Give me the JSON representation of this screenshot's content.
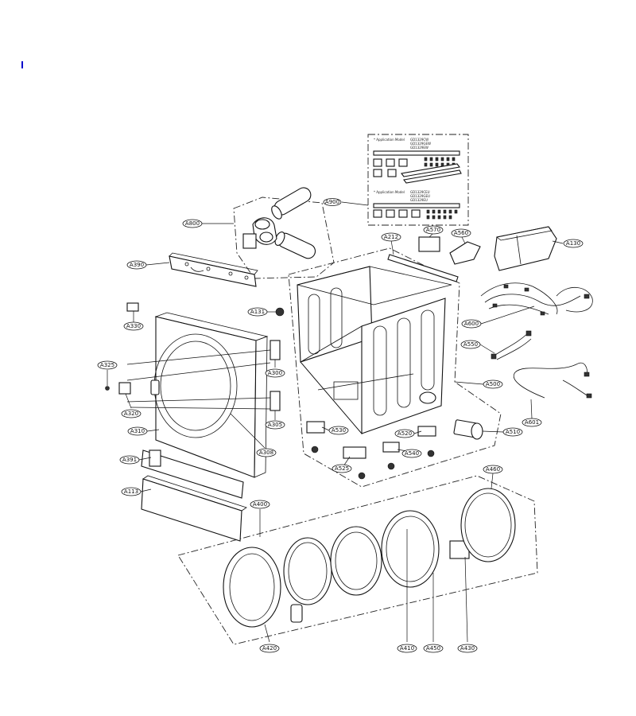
{
  "diagram": {
    "part_labels": {
      "A900": "A900",
      "A800": "A800",
      "A390": "A390",
      "A212": "A212",
      "A570": "A570",
      "A560": "A560",
      "A130": "A130",
      "A131": "A131",
      "A330": "A330",
      "A600": "A600",
      "A550": "A550",
      "A325": "A325",
      "A300": "A300",
      "A500": "A500",
      "A320": "A320",
      "A305": "A305",
      "A601": "A601",
      "A310": "A310",
      "A530": "A530",
      "A520": "A520",
      "A510": "A510",
      "A308": "A308",
      "A391": "A391",
      "A540": "A540",
      "A525": "A525",
      "A460": "A460",
      "A113": "A113",
      "A400": "A400",
      "A420": "A420",
      "A410": "A410",
      "A450": "A450",
      "A430": "A430"
    },
    "application_notes": {
      "group1_title": "* Application Model",
      "group1_models": [
        "GD1329CW",
        "GD1329GEW",
        "GD1329EW"
      ],
      "group2_title": "* Application Model",
      "group2_models": [
        "GD1329CEU",
        "GD1329GEU",
        "GD1329EU"
      ]
    }
  }
}
